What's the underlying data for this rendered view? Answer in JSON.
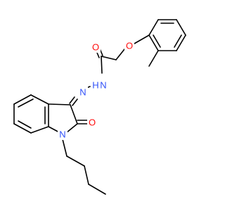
{
  "diagram": {
    "type": "chemical-structure",
    "atom_labels": [
      {
        "id": "o_ether",
        "text": "O",
        "color": "#ff0d0d"
      },
      {
        "id": "o_amide",
        "text": "O",
        "color": "#ff0d0d"
      },
      {
        "id": "nh_hydrazide",
        "text": "H",
        "color": "#3050f8"
      },
      {
        "id": "n_hydrazide",
        "text": "N",
        "color": "#3050f8"
      },
      {
        "id": "n_imine",
        "text": "N",
        "color": "#3050f8"
      },
      {
        "id": "o_lactam",
        "text": "O",
        "color": "#ff0d0d"
      },
      {
        "id": "n_indole",
        "text": "N",
        "color": "#3050f8"
      }
    ]
  }
}
